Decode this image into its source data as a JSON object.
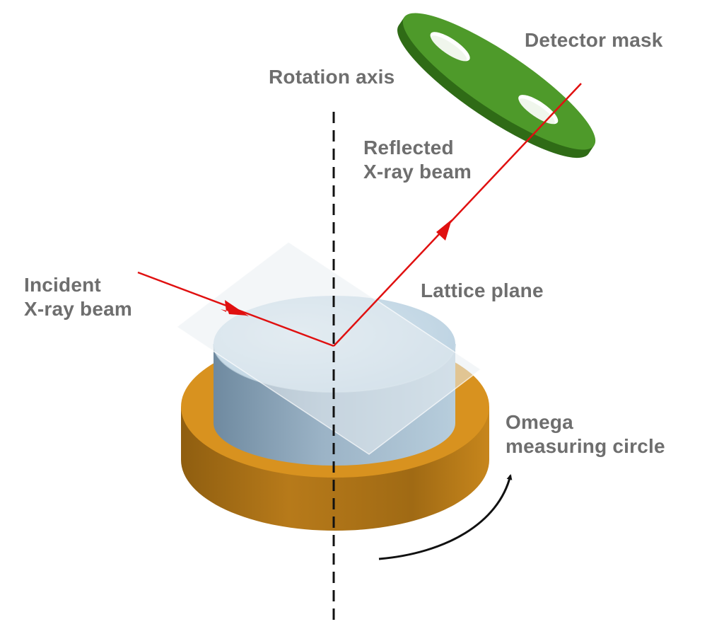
{
  "labels": {
    "detector_mask": "Detector mask",
    "rotation_axis": "Rotation axis",
    "reflected_beam": [
      "Reflected",
      "X-ray beam"
    ],
    "lattice_plane": "Lattice plane",
    "incident_beam": [
      "Incident",
      "X-ray beam"
    ],
    "omega_circle": [
      "Omega",
      "measuring circle"
    ]
  },
  "colors": {
    "label_text": "#6e6e6e",
    "beam": "#e01010",
    "mask_green": "#4e9a2a",
    "stage_orange": "#d69020",
    "crystal_blue": "#a8c4d6",
    "axis": "#111111"
  }
}
